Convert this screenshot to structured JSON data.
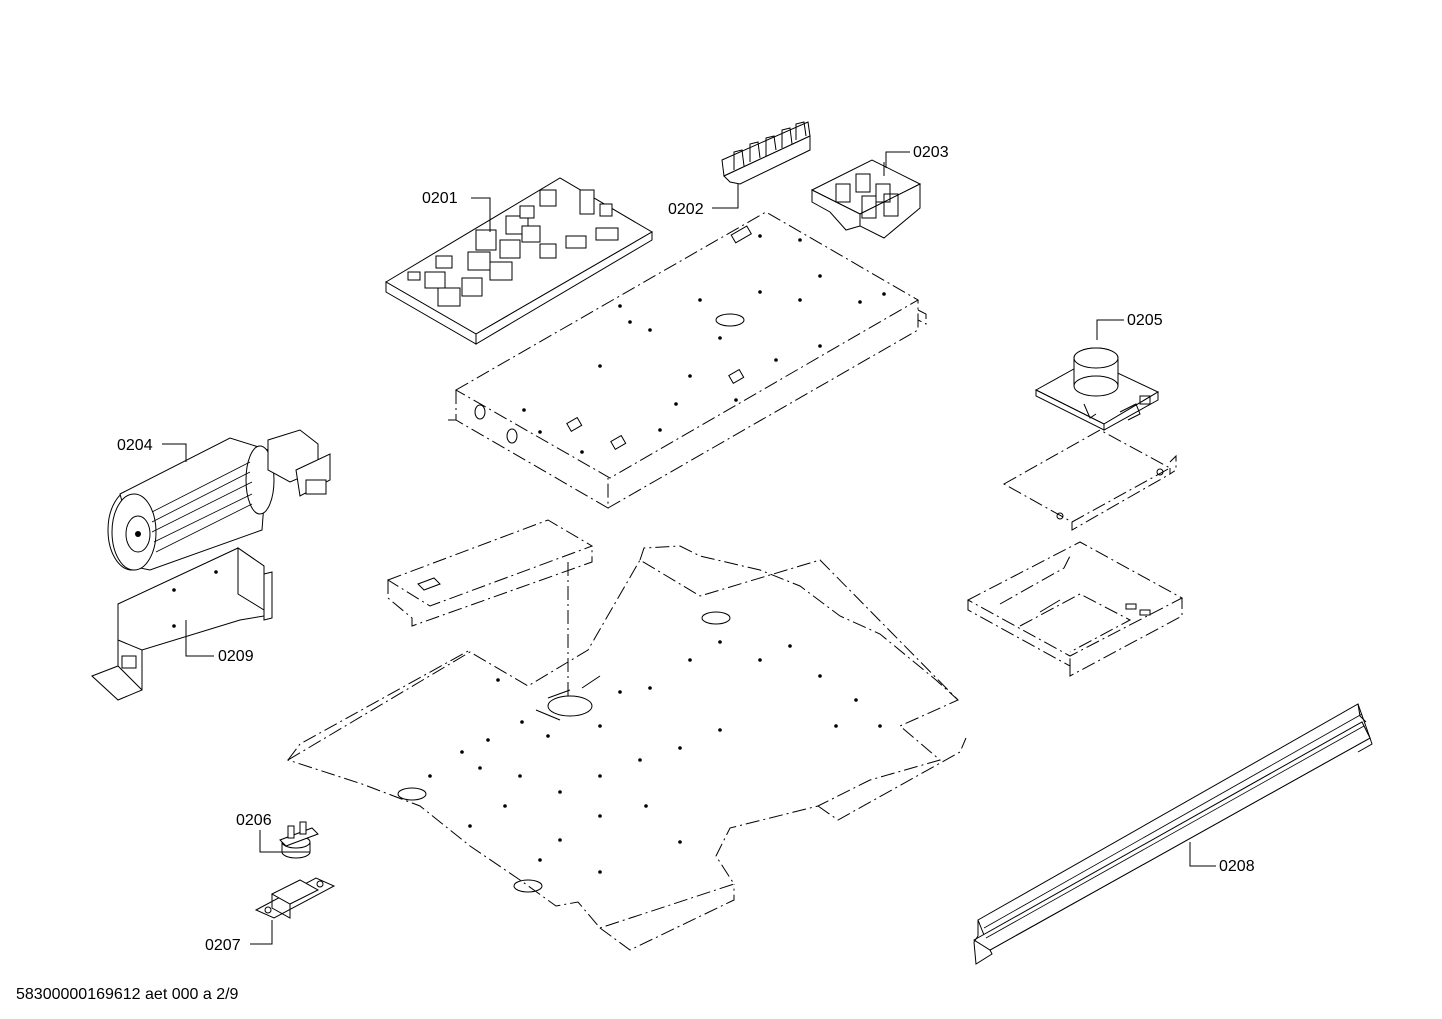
{
  "diagram": {
    "callouts": [
      {
        "id": "c0201",
        "text": "0201"
      },
      {
        "id": "c0202",
        "text": "0202"
      },
      {
        "id": "c0203",
        "text": "0203"
      },
      {
        "id": "c0204",
        "text": "0204"
      },
      {
        "id": "c0205",
        "text": "0205"
      },
      {
        "id": "c0206",
        "text": "0206"
      },
      {
        "id": "c0207",
        "text": "0207"
      },
      {
        "id": "c0208",
        "text": "0208"
      },
      {
        "id": "c0209",
        "text": "0209"
      }
    ],
    "footer": "58300000169612 aet 000 a 2/9"
  }
}
